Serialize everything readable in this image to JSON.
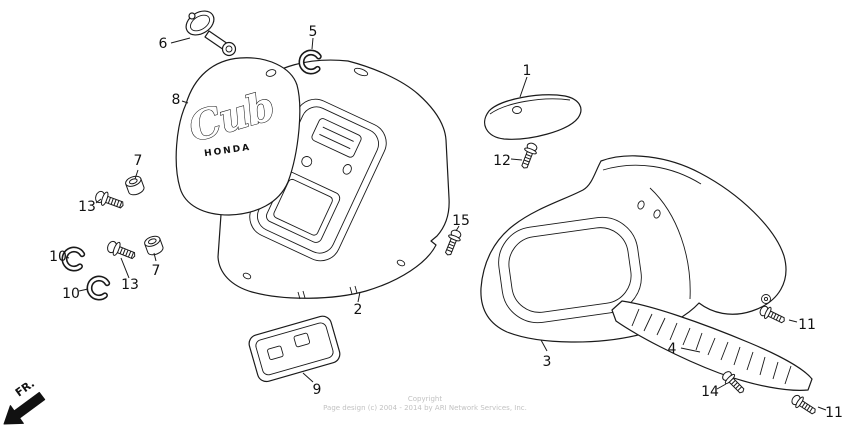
{
  "colors": {
    "ink": "#1a1a1a",
    "footer_text": "#c2c2c2"
  },
  "diagram": {
    "fr_label": "FR.",
    "shield_logo_script": "Cub",
    "shield_logo_text": "HONDA",
    "callouts": [
      {
        "label": "6"
      },
      {
        "label": "8"
      },
      {
        "label": "5"
      },
      {
        "label": "7"
      },
      {
        "label": "13"
      },
      {
        "label": "10"
      },
      {
        "label": "13"
      },
      {
        "label": "7"
      },
      {
        "label": "10"
      },
      {
        "label": "2"
      },
      {
        "label": "9"
      },
      {
        "label": "15"
      },
      {
        "label": "1"
      },
      {
        "label": "12"
      },
      {
        "label": "3"
      },
      {
        "label": "4"
      },
      {
        "label": "14"
      },
      {
        "label": "11"
      },
      {
        "label": "11"
      }
    ]
  },
  "footer": {
    "line1": "Copyright",
    "line2": "Page design (c) 2004 - 2014 by ARI Network Services, Inc."
  }
}
